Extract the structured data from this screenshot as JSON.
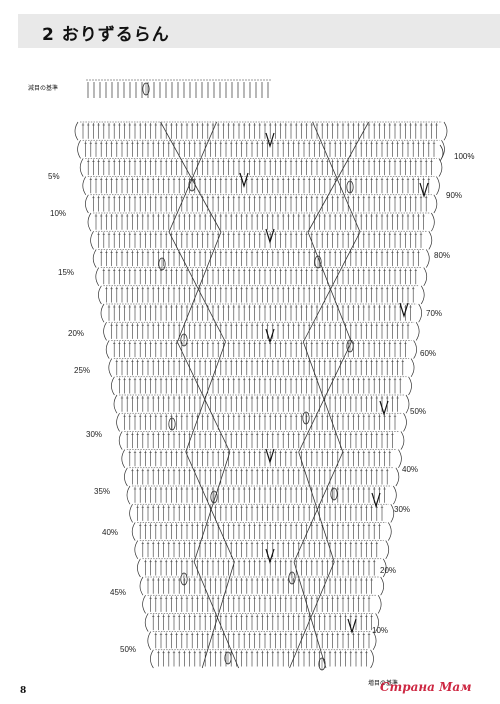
{
  "header": {
    "title": "2 おりずるらん"
  },
  "labels": {
    "decrease_base": "減目の基準",
    "increase_base": "増目の基準"
  },
  "left_percents": [
    "5%",
    "10%",
    "15%",
    "20%",
    "25%",
    "30%",
    "35%",
    "40%",
    "45%",
    "50%"
  ],
  "right_percents": [
    "100%",
    "90%",
    "80%",
    "70%",
    "60%",
    "50%",
    "40%",
    "30%",
    "20%",
    "10%"
  ],
  "page_number": "8",
  "watermark": "Страна Мам"
}
